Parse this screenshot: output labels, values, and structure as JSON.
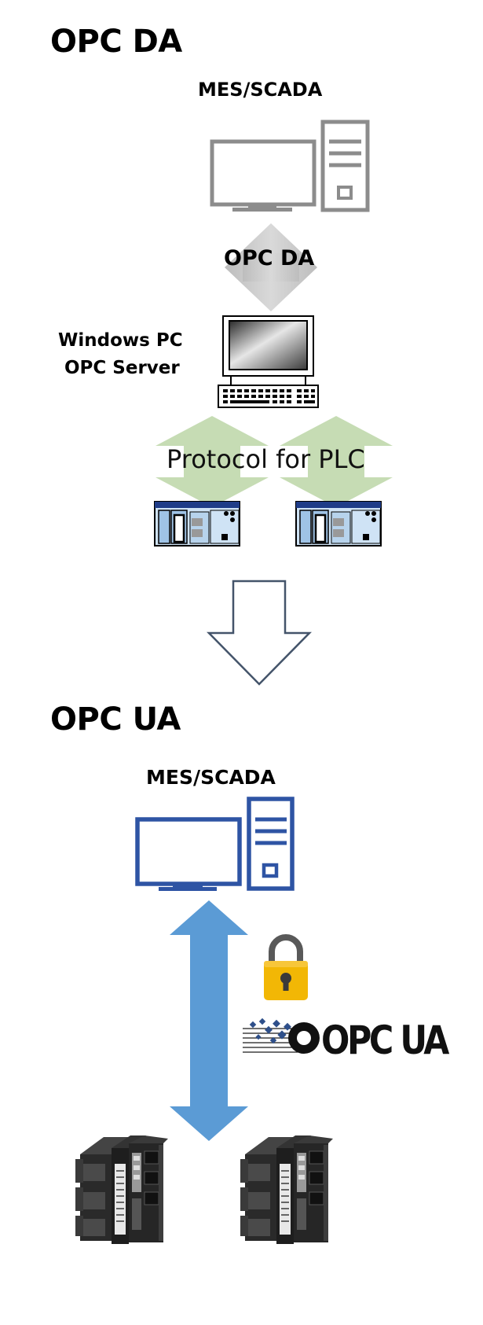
{
  "da_section": {
    "title": "OPC DA",
    "top_node_label": "MES/SCADA",
    "link_label": "OPC DA",
    "server_label_line1": "Windows PC",
    "server_label_line2": "OPC Server",
    "plc_protocol_label": "Protocol for PLC"
  },
  "ua_section": {
    "title": "OPC UA",
    "top_node_label": "MES/SCADA",
    "logo_text": "OPC UA"
  },
  "colors": {
    "da_computer": "#8c8c8c",
    "da_arrow": "#c8c8c8",
    "protocol_arrow": "#c6dcb4",
    "transition_arrow": "#44546a",
    "ua_computer": "#2e54a4",
    "ua_arrow": "#5b9bd5",
    "lock_body": "#f2b705",
    "lock_shackle": "#595959"
  },
  "icons": [
    "desktop-computer-icon",
    "vintage-pc-icon",
    "plc-module-icon",
    "lock-icon",
    "opc-ua-logo",
    "controller-hardware-icon"
  ]
}
